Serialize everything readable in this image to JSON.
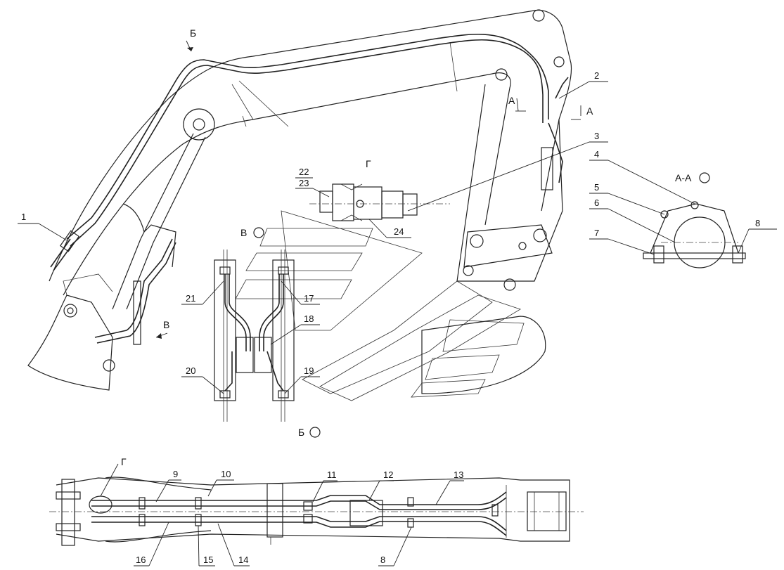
{
  "callouts": {
    "c1": "1",
    "c2": "2",
    "c3": "3",
    "c4": "4",
    "c5": "5",
    "c6": "6",
    "c7": "7",
    "c8": "8",
    "c9": "9",
    "c10": "10",
    "c11": "11",
    "c12": "12",
    "c13": "13",
    "c14": "14",
    "c15": "15",
    "c16": "16",
    "c17": "17",
    "c18": "18",
    "c19": "19",
    "c20": "20",
    "c21": "21",
    "c22": "22",
    "c23": "23",
    "c24": "24",
    "c8b": "8"
  },
  "views": {
    "b_arrow": "Б",
    "v_arrow": "В",
    "section_a_left": "А",
    "section_a_right": "А",
    "detail_g": "Г",
    "detail_g_plan": "Г",
    "section_aa": "А-А",
    "view_v": "В",
    "view_b": "Б"
  }
}
